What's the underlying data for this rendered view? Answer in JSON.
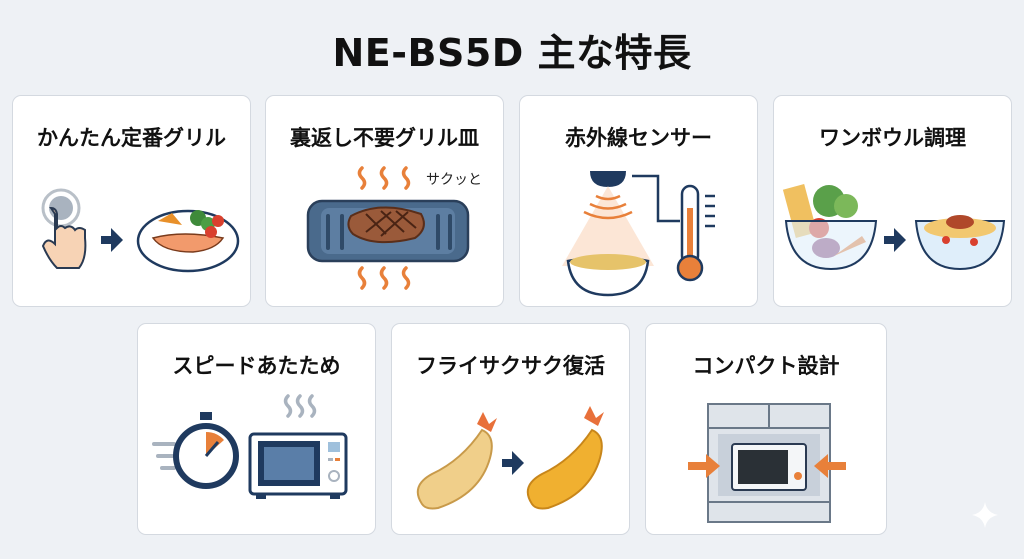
{
  "title": "NE-BS5D 主な特長",
  "features": [
    {
      "label": "かんたん定番グリル",
      "icon": "touch-to-grilled-salmon"
    },
    {
      "label": "裏返し不要グリル皿",
      "icon": "grill-plate-steak",
      "caption": "サクッと"
    },
    {
      "label": "赤外線センサー",
      "icon": "infrared-sensor-thermometer"
    },
    {
      "label": "ワンボウル調理",
      "icon": "bowl-ingredients-to-pasta"
    },
    {
      "label": "スピードあたため",
      "icon": "stopwatch-microwave"
    },
    {
      "label": "フライサクサク復活",
      "icon": "fried-shrimp-crisp"
    },
    {
      "label": "コンパクト設計",
      "icon": "microwave-in-cabinet"
    }
  ],
  "colors": {
    "accent_orange": "#e8803a",
    "navy": "#1f3a5f",
    "background": "#eef1f5"
  }
}
